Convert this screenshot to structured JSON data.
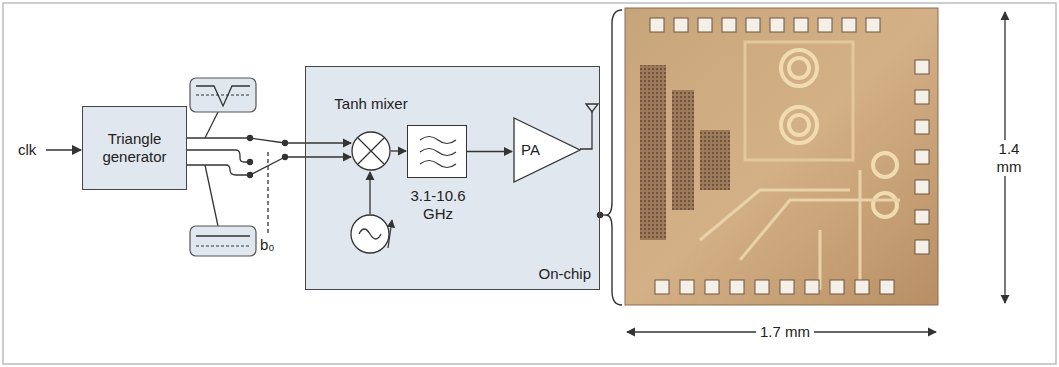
{
  "diagram": {
    "nodes": [
      {
        "text": [
          "Triangle generator"
        ]
      },
      {
        "text": [
          "On-chip"
        ]
      },
      {
        "text": [
          "Tanh mixer"
        ],
        "in": 1
      },
      {
        "text": [
          "3.1-10.6 GHz"
        ],
        "in": 1
      },
      {
        "text": [
          "PA"
        ],
        "in": 1
      }
    ],
    "edges": [
      {
        "from": 2,
        "to": 3,
        "arrow": "to"
      },
      {
        "from": 3,
        "to": 4,
        "arrow": "to"
      }
    ],
    "labels": [
      "clk",
      "b₀",
      "1.4 mm",
      "1.7 mm"
    ]
  }
}
